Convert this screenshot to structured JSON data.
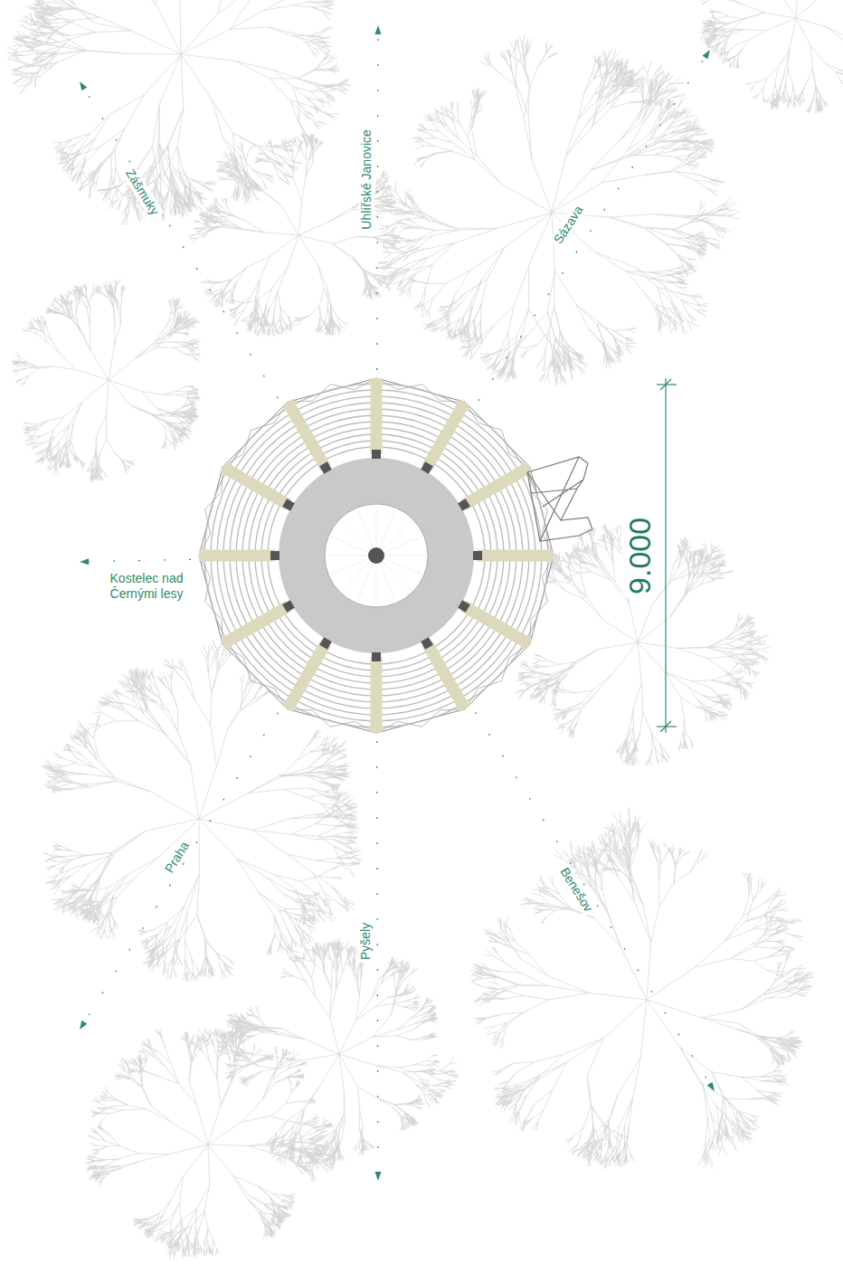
{
  "diagram": {
    "labels": [
      "Zášmuky",
      "Uhlířské Janovice",
      "Sázava",
      "Kostelec nad Černými lesy",
      "Praha",
      "Pyšely",
      "Benešov",
      "9.000"
    ]
  }
}
